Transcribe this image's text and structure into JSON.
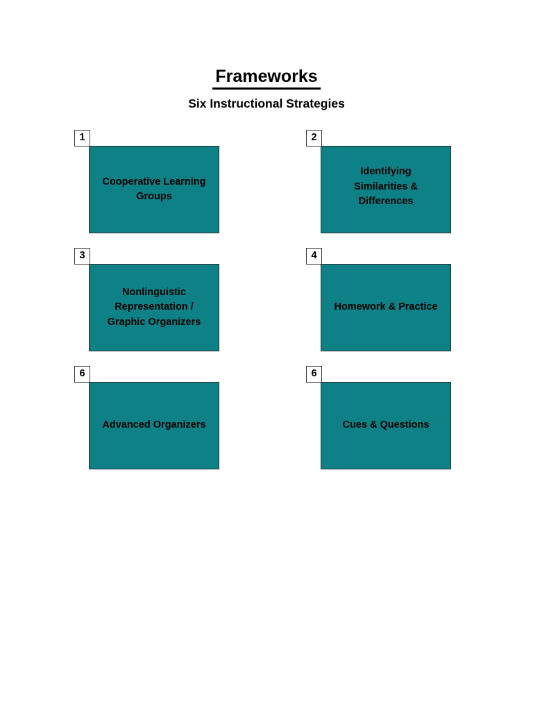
{
  "header": {
    "title": "Frameworks",
    "subtitle": "Six Instructional Strategies"
  },
  "boxes": [
    {
      "number": "1",
      "label": "Cooperative Learning\nGroups",
      "align": "center",
      "row": 0,
      "col": 0,
      "fill": "#0d8186"
    },
    {
      "number": "2",
      "label": "Identifying\nSimilarities &\nDifferences",
      "align": "top",
      "row": 0,
      "col": 1,
      "fill": "#0d8186"
    },
    {
      "number": "3",
      "label": "Nonlinguistic\nRepresentation /\nGraphic Organizers",
      "align": "center",
      "row": 1,
      "col": 0,
      "fill": "#0d8186"
    },
    {
      "number": "4",
      "label": "Homework & Practice",
      "align": "center",
      "row": 1,
      "col": 1,
      "fill": "#0d8186"
    },
    {
      "number": "6",
      "label": "Advanced Organizers",
      "align": "center",
      "row": 2,
      "col": 0,
      "fill": "#0d8186"
    },
    {
      "number": "6",
      "label": "Cues & Questions",
      "align": "center",
      "row": 2,
      "col": 1,
      "fill": "#0d8186"
    }
  ],
  "colors": {
    "box_fill": "#0d8186",
    "box_border": "#2b2b2b",
    "badge_fill": "#ffffff",
    "badge_border": "#3a3a3a",
    "text": "#000000",
    "page_background": "#ffffff"
  }
}
